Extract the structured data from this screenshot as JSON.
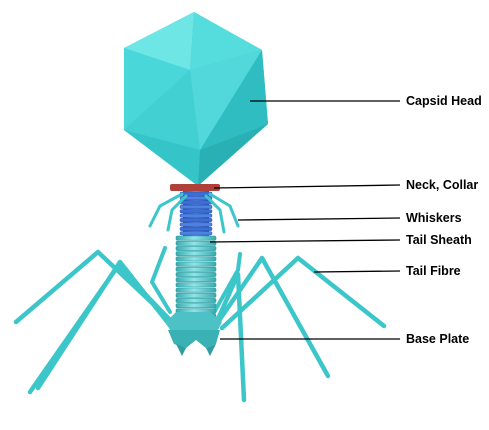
{
  "labels": [
    {
      "id": "capsid-head",
      "text": "Capsid Head"
    },
    {
      "id": "neck-collar",
      "text": "Neck, Collar"
    },
    {
      "id": "whiskers",
      "text": "Whiskers"
    },
    {
      "id": "tail-sheath",
      "text": "Tail Sheath"
    },
    {
      "id": "tail-fibre",
      "text": "Tail Fibre"
    },
    {
      "id": "base-plate",
      "text": "Base Plate"
    }
  ],
  "colors": {
    "capsid_light": "#5fe3e3",
    "capsid_mid": "#3fcfd2",
    "capsid_dark": "#2bb4b8",
    "collar": "#b0403a",
    "tail_light": "#7fdde0",
    "tail_dark": "#3aa9ae",
    "tail_inner": "#3b6fd6",
    "fibre": "#3cc6c9",
    "leader_line": "#000000",
    "label_text": "#000000"
  }
}
